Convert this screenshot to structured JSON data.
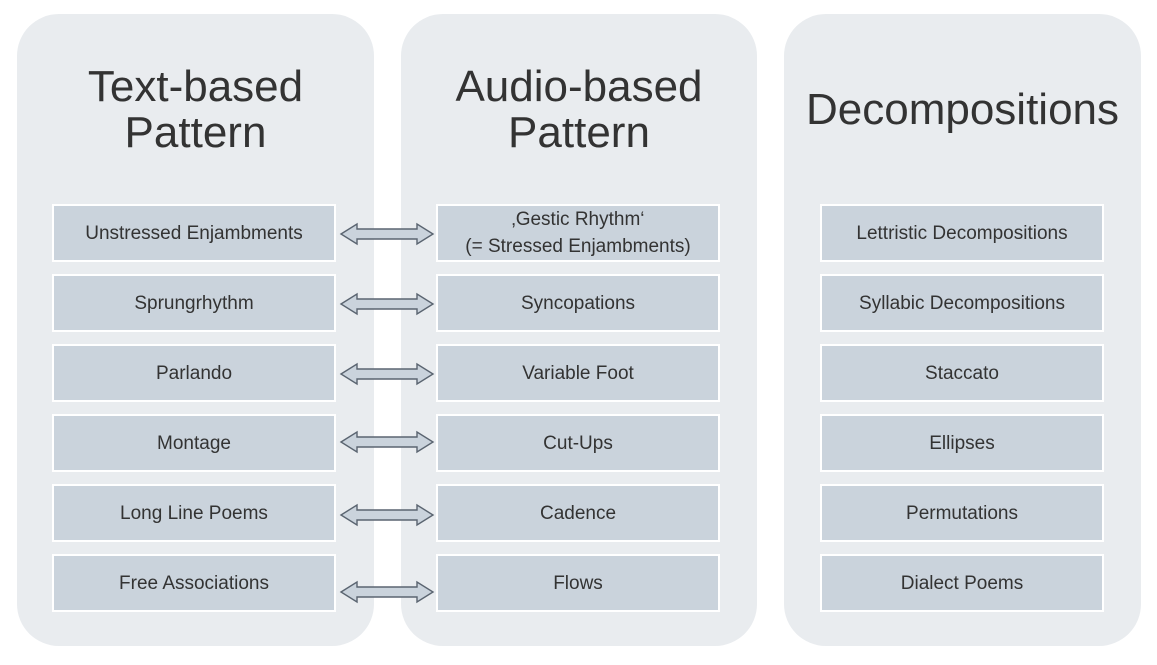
{
  "columns": [
    {
      "title_lines": [
        "Text-based",
        "Pattern"
      ],
      "items": [
        {
          "lines": [
            "Unstressed Enjambments"
          ]
        },
        {
          "lines": [
            "Sprungrhythm"
          ]
        },
        {
          "lines": [
            "Parlando"
          ]
        },
        {
          "lines": [
            "Montage"
          ]
        },
        {
          "lines": [
            "Long Line Poems"
          ]
        },
        {
          "lines": [
            "Free Associations"
          ]
        }
      ]
    },
    {
      "title_lines": [
        "Audio-based",
        "Pattern"
      ],
      "items": [
        {
          "lines": [
            "‚Gestic Rhythm‘",
            "(= Stressed Enjambments)"
          ]
        },
        {
          "lines": [
            "Syncopations"
          ]
        },
        {
          "lines": [
            "Variable Foot"
          ]
        },
        {
          "lines": [
            "Cut-Ups"
          ]
        },
        {
          "lines": [
            "Cadence"
          ]
        },
        {
          "lines": [
            "Flows"
          ]
        }
      ]
    },
    {
      "title_lines": [
        "Decompositions"
      ],
      "items": [
        {
          "lines": [
            "Lettristic Decompositions"
          ]
        },
        {
          "lines": [
            "Syllabic Decompositions"
          ]
        },
        {
          "lines": [
            "Staccato"
          ]
        },
        {
          "lines": [
            "Ellipses"
          ]
        },
        {
          "lines": [
            "Permutations"
          ]
        },
        {
          "lines": [
            "Dialect Poems"
          ]
        }
      ]
    }
  ],
  "connector_icon": "double-headed-arrow-icon",
  "colors": {
    "panel_background": "#e9ecef",
    "box_fill": "#cad3dc",
    "box_border": "#ffffff",
    "text": "#333333",
    "arrow_fill": "#cad3dc",
    "arrow_stroke": "#5a6470"
  }
}
